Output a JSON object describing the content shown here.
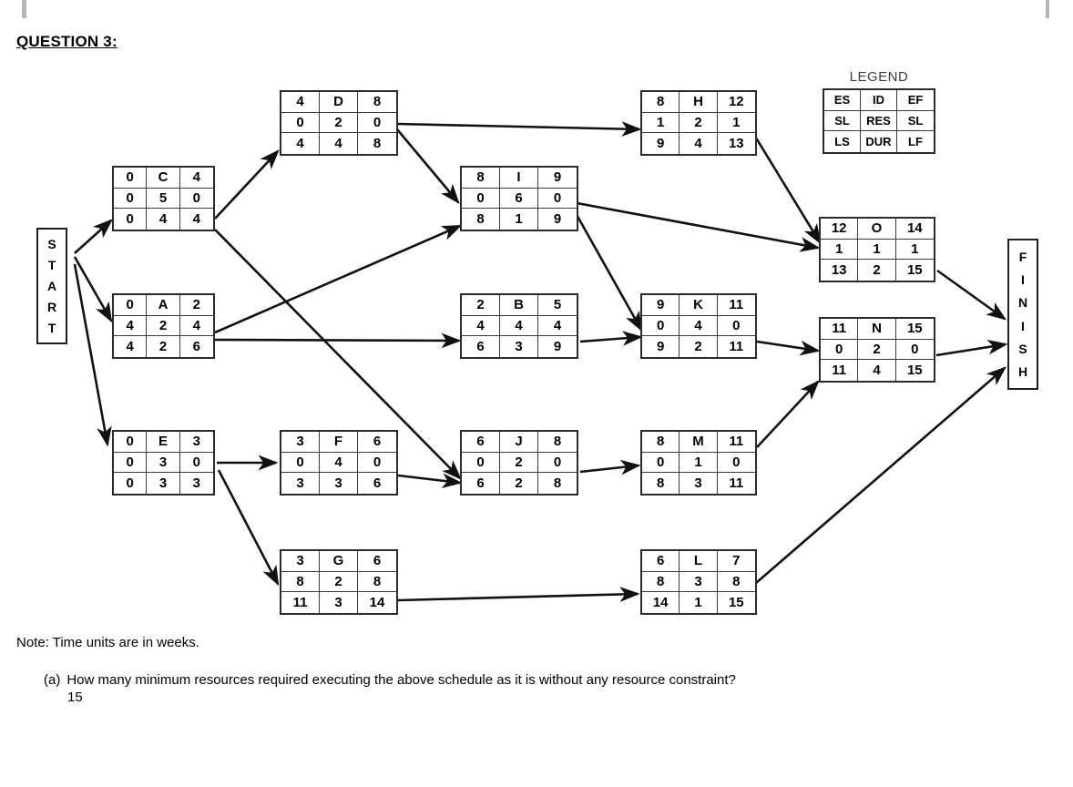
{
  "title": "QUESTION 3:",
  "legend": {
    "title": "LEGEND",
    "cells": [
      "ES",
      "ID",
      "EF",
      "SL",
      "RES",
      "SL",
      "LS",
      "DUR",
      "LF"
    ]
  },
  "terminals": {
    "start": "START",
    "finish": "FINISH"
  },
  "notes": {
    "note": "Note: Time units are in weeks.",
    "question_label": "(a)",
    "question_text": "How many minimum resources required executing the above schedule as it is without any resource constraint?",
    "answer": "15"
  },
  "chart_data": {
    "type": "diagram",
    "title": "QUESTION 3: Precedence network diagram (activity-on-node)",
    "node_cell_legend": [
      "ES",
      "ID",
      "EF",
      "SL",
      "RES",
      "SL",
      "LS",
      "DUR",
      "LF"
    ],
    "nodes": [
      {
        "id": "D",
        "es": "4",
        "ef": "8",
        "sl_left": "0",
        "res": "2",
        "sl_right": "0",
        "ls": "4",
        "dur": "4",
        "lf": "8"
      },
      {
        "id": "C",
        "es": "0",
        "ef": "4",
        "sl_left": "0",
        "res": "5",
        "sl_right": "0",
        "ls": "0",
        "dur": "4",
        "lf": "4"
      },
      {
        "id": "A",
        "es": "0",
        "ef": "2",
        "sl_left": "4",
        "res": "2",
        "sl_right": "4",
        "ls": "4",
        "dur": "2",
        "lf": "6"
      },
      {
        "id": "E",
        "es": "0",
        "ef": "3",
        "sl_left": "0",
        "res": "3",
        "sl_right": "0",
        "ls": "0",
        "dur": "3",
        "lf": "3"
      },
      {
        "id": "F",
        "es": "3",
        "ef": "6",
        "sl_left": "0",
        "res": "4",
        "sl_right": "0",
        "ls": "3",
        "dur": "3",
        "lf": "6"
      },
      {
        "id": "G",
        "es": "3",
        "ef": "6",
        "sl_left": "8",
        "res": "2",
        "sl_right": "8",
        "ls": "11",
        "dur": "3",
        "lf": "14"
      },
      {
        "id": "I",
        "es": "8",
        "ef": "9",
        "sl_left": "0",
        "res": "6",
        "sl_right": "0",
        "ls": "8",
        "dur": "1",
        "lf": "9"
      },
      {
        "id": "B",
        "es": "2",
        "ef": "5",
        "sl_left": "4",
        "res": "4",
        "sl_right": "4",
        "ls": "6",
        "dur": "3",
        "lf": "9"
      },
      {
        "id": "J",
        "es": "6",
        "ef": "8",
        "sl_left": "0",
        "res": "2",
        "sl_right": "0",
        "ls": "6",
        "dur": "2",
        "lf": "8"
      },
      {
        "id": "H",
        "es": "8",
        "ef": "12",
        "sl_left": "1",
        "res": "2",
        "sl_right": "1",
        "ls": "9",
        "dur": "4",
        "lf": "13"
      },
      {
        "id": "K",
        "es": "9",
        "ef": "11",
        "sl_left": "0",
        "res": "4",
        "sl_right": "0",
        "ls": "9",
        "dur": "2",
        "lf": "11"
      },
      {
        "id": "M",
        "es": "8",
        "ef": "11",
        "sl_left": "0",
        "res": "1",
        "sl_right": "0",
        "ls": "8",
        "dur": "3",
        "lf": "11"
      },
      {
        "id": "L",
        "es": "6",
        "ef": "7",
        "sl_left": "8",
        "res": "3",
        "sl_right": "8",
        "ls": "14",
        "dur": "1",
        "lf": "15"
      },
      {
        "id": "O",
        "es": "12",
        "ef": "14",
        "sl_left": "1",
        "res": "1",
        "sl_right": "1",
        "ls": "13",
        "dur": "2",
        "lf": "15"
      },
      {
        "id": "N",
        "es": "11",
        "ef": "15",
        "sl_left": "0",
        "res": "2",
        "sl_right": "0",
        "ls": "11",
        "dur": "4",
        "lf": "15"
      }
    ],
    "edges": [
      {
        "from": "START",
        "to": "C"
      },
      {
        "from": "START",
        "to": "A"
      },
      {
        "from": "START",
        "to": "E"
      },
      {
        "from": "C",
        "to": "D"
      },
      {
        "from": "C",
        "to": "J"
      },
      {
        "from": "A",
        "to": "I"
      },
      {
        "from": "A",
        "to": "B"
      },
      {
        "from": "D",
        "to": "H"
      },
      {
        "from": "D",
        "to": "I"
      },
      {
        "from": "E",
        "to": "F"
      },
      {
        "from": "E",
        "to": "G"
      },
      {
        "from": "F",
        "to": "J"
      },
      {
        "from": "I",
        "to": "K"
      },
      {
        "from": "I",
        "to": "O"
      },
      {
        "from": "B",
        "to": "K"
      },
      {
        "from": "J",
        "to": "M"
      },
      {
        "from": "H",
        "to": "O"
      },
      {
        "from": "K",
        "to": "N"
      },
      {
        "from": "M",
        "to": "N"
      },
      {
        "from": "G",
        "to": "L"
      },
      {
        "from": "O",
        "to": "FINISH"
      },
      {
        "from": "N",
        "to": "FINISH"
      },
      {
        "from": "L",
        "to": "FINISH"
      }
    ]
  }
}
